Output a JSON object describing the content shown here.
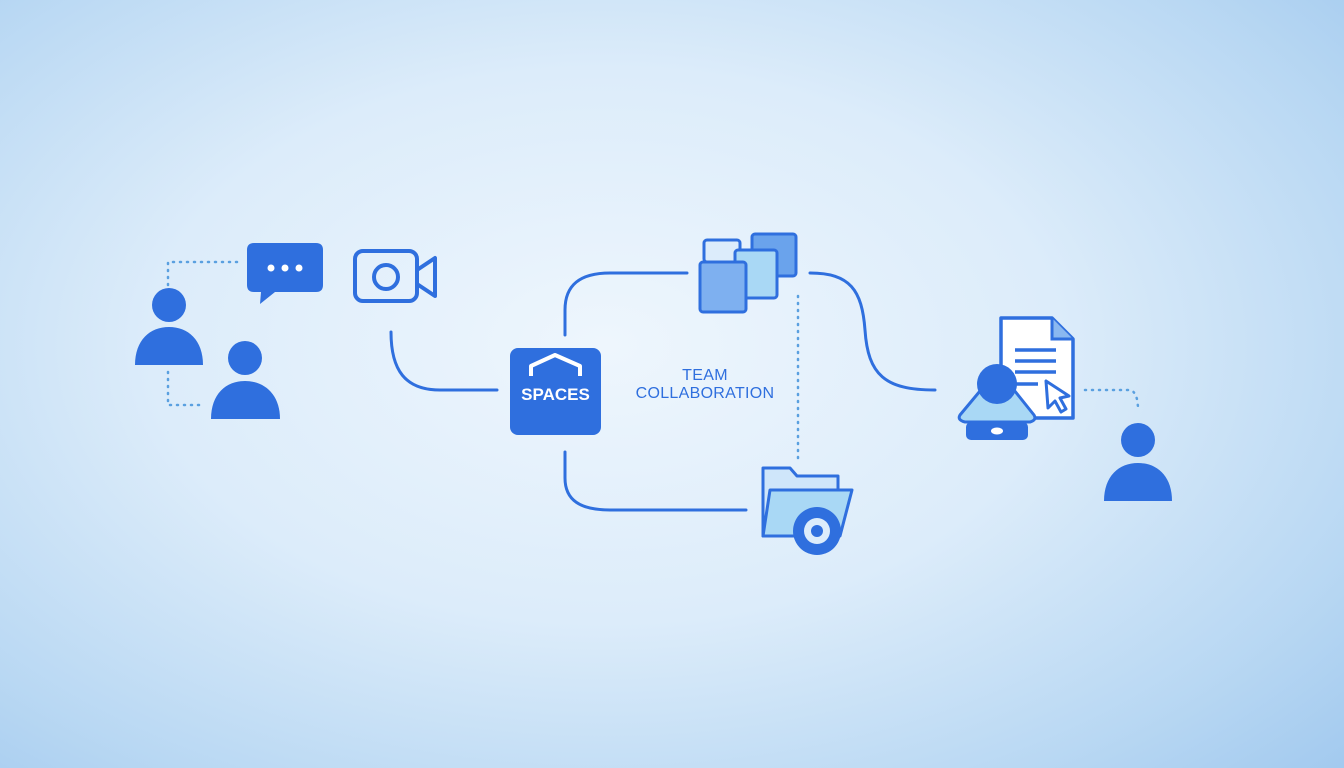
{
  "hub": {
    "label": "SPACES"
  },
  "caption": {
    "line1": "TEAM",
    "line2": "COLLABORATION"
  },
  "colors": {
    "primary": "#2f6fde",
    "light_fill": "#a9d8f5",
    "background_center": "#eef6fd",
    "background_edge": "#a3caef"
  },
  "icons": [
    "users-icon",
    "chat-bubble-icon",
    "video-camera-icon",
    "spaces-home-icon",
    "stacked-windows-icon",
    "folder-disc-icon",
    "user-device-icon",
    "document-cursor-icon",
    "user-icon"
  ]
}
